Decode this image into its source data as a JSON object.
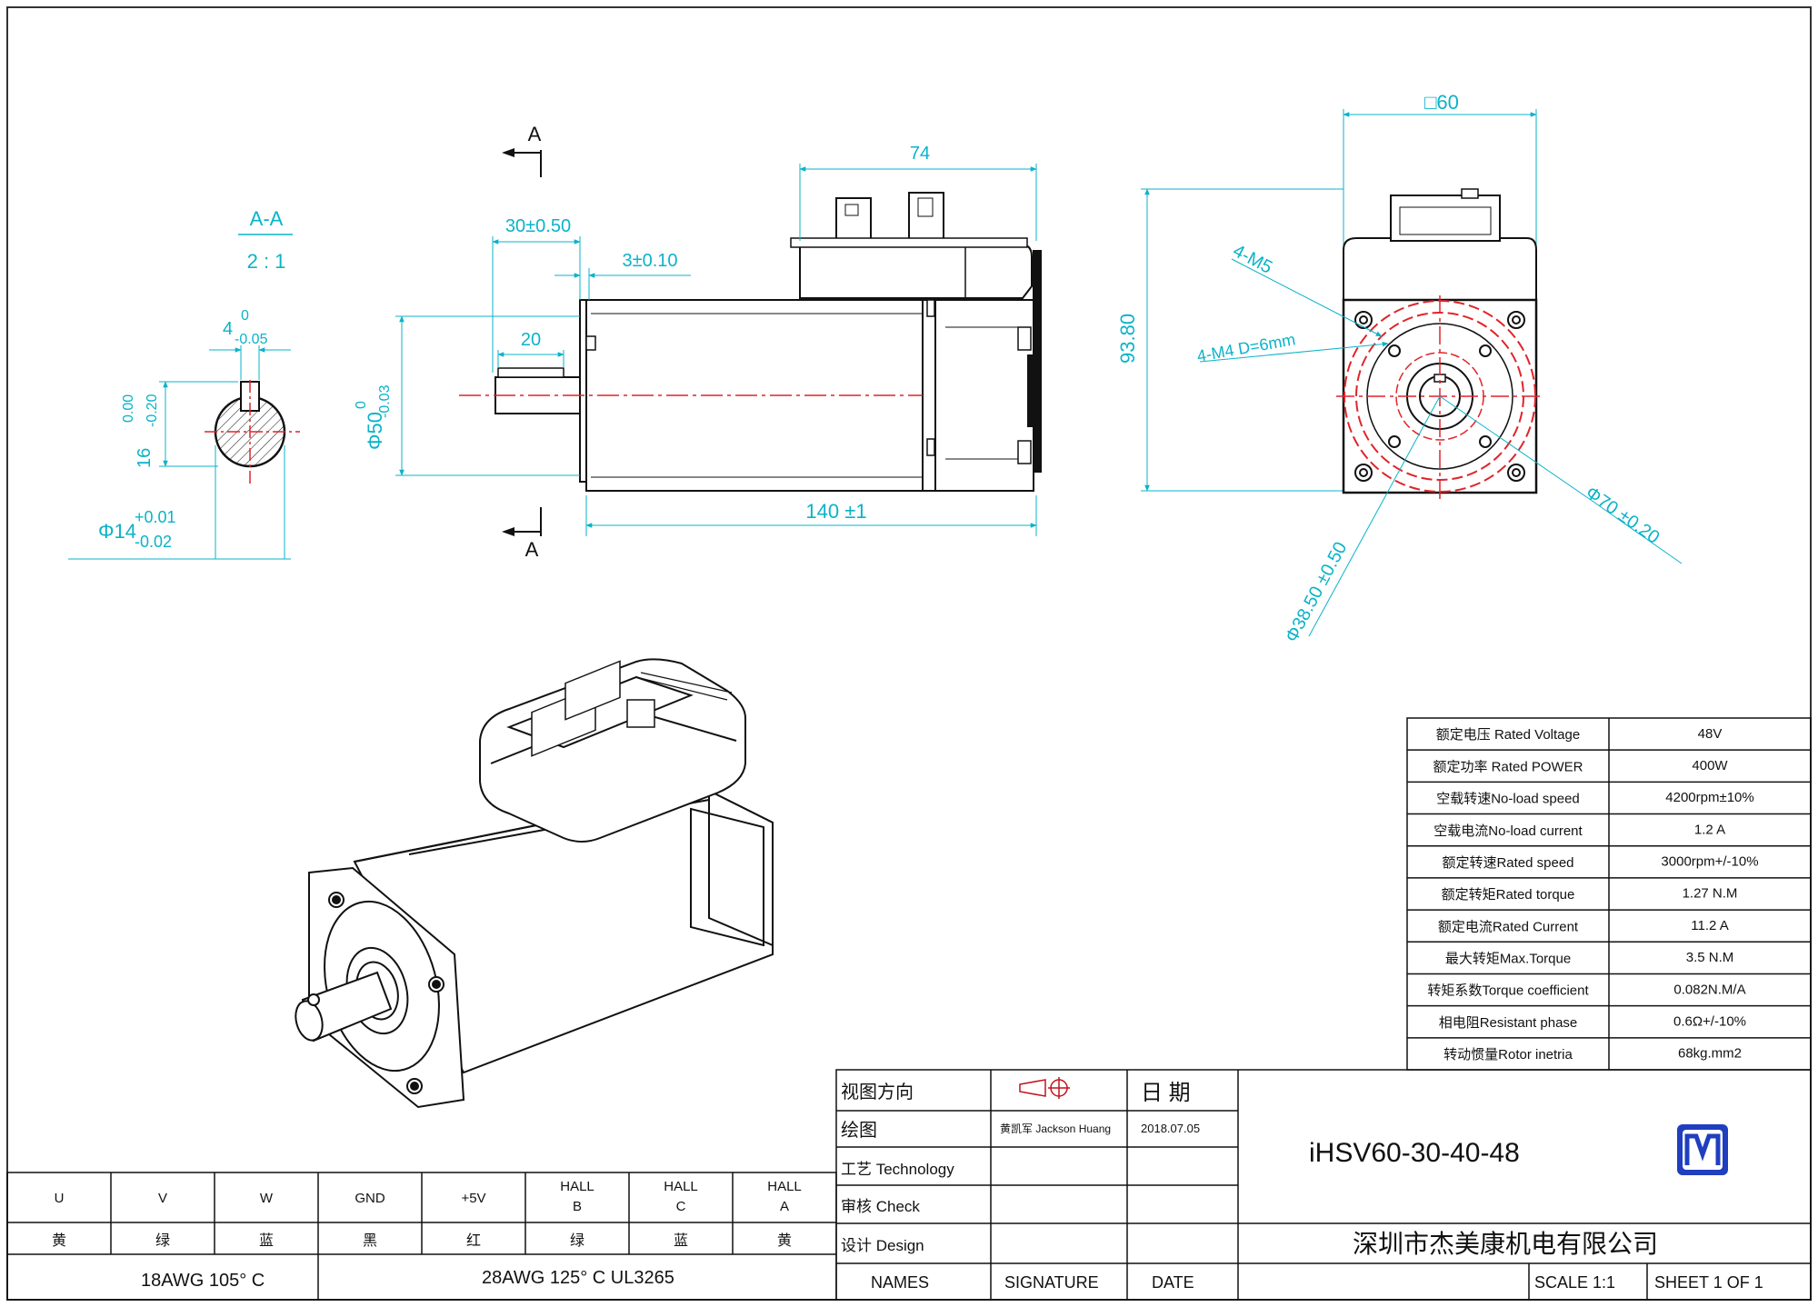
{
  "views": {
    "section_label": "A-A",
    "section_scale": "2 : 1",
    "cut_label_top": "A",
    "cut_label_bottom": "A"
  },
  "dimensions": {
    "key_width_nominal": "4",
    "key_width_upper": "0",
    "key_width_lower": "-0.05",
    "key_depth_upper": "0.00",
    "key_depth_lower": "-0.20",
    "key_depth_nominal": "16",
    "shaft_dia_nominal": "Φ14",
    "shaft_dia_upper": "+0.01",
    "shaft_dia_lower": "-0.02",
    "shaft_length": "30±0.50",
    "flange_thickness": "3±0.10",
    "key_length": "20",
    "pilot_dia_nominal": "Φ50",
    "pilot_dia_upper": "0",
    "pilot_dia_lower": "-0.03",
    "driver_length": "74",
    "body_length": "140 ±1",
    "flange_square": "□60",
    "overall_height": "93.80",
    "mount_holes": "4-M5",
    "thread_holes": "4-M4 D=6mm",
    "bolt_circle": "Φ70 ±0.20",
    "inner_circle": "Φ38.50 ±0.50"
  },
  "wiring": {
    "pins": [
      "U",
      "V",
      "W",
      "GND",
      "+5V",
      "HALL B",
      "HALL C",
      "HALL A"
    ],
    "colors": [
      "黄",
      "绿",
      "蓝",
      "黑",
      "红",
      "绿",
      "蓝",
      "黄"
    ],
    "wire_left": "18AWG 105° C",
    "wire_right": "28AWG 125° C UL3265"
  },
  "specs": [
    {
      "label": "额定电压 Rated Voltage",
      "value": "48V"
    },
    {
      "label": "额定功率 Rated POWER",
      "value": "400W"
    },
    {
      "label": "空载转速No-load speed",
      "value": "4200rpm±10%"
    },
    {
      "label": "空载电流No-load current",
      "value": "1.2 A"
    },
    {
      "label": "额定转速Rated speed",
      "value": "3000rpm+/-10%"
    },
    {
      "label": "额定转矩Rated torque",
      "value": "1.27 N.M"
    },
    {
      "label": "额定电流Rated Current",
      "value": "11.2  A"
    },
    {
      "label": "最大转矩Max.Torque",
      "value": "3.5 N.M"
    },
    {
      "label": "转矩系数Torque coefficient",
      "value": "0.082N.M/A"
    },
    {
      "label": "相电阻Resistant phase",
      "value": "0.6Ω+/-10%"
    },
    {
      "label": "转动惯量Rotor inetria",
      "value": "68kg.mm2"
    }
  ],
  "title_block": {
    "view_direction": "视图方向",
    "date_header": "日 期",
    "drawn": "绘图",
    "drawn_by": "黄凯军 Jackson Huang",
    "drawn_date": "2018.07.05",
    "technology": "工艺 Technology",
    "check": "审核 Check",
    "design": "设计 Design",
    "model": "iHSV60-30-40-48",
    "company": "深圳市杰美康机电有限公司",
    "names": "NAMES",
    "signature": "SIGNATURE",
    "date": "DATE",
    "scale": "SCALE 1:1",
    "sheet": "SHEET 1 OF 1"
  },
  "colors": {
    "dimension": "#0ab3c9",
    "centerline": "#e0242a",
    "outline": "#111111",
    "logo": "#1f3fbf"
  }
}
